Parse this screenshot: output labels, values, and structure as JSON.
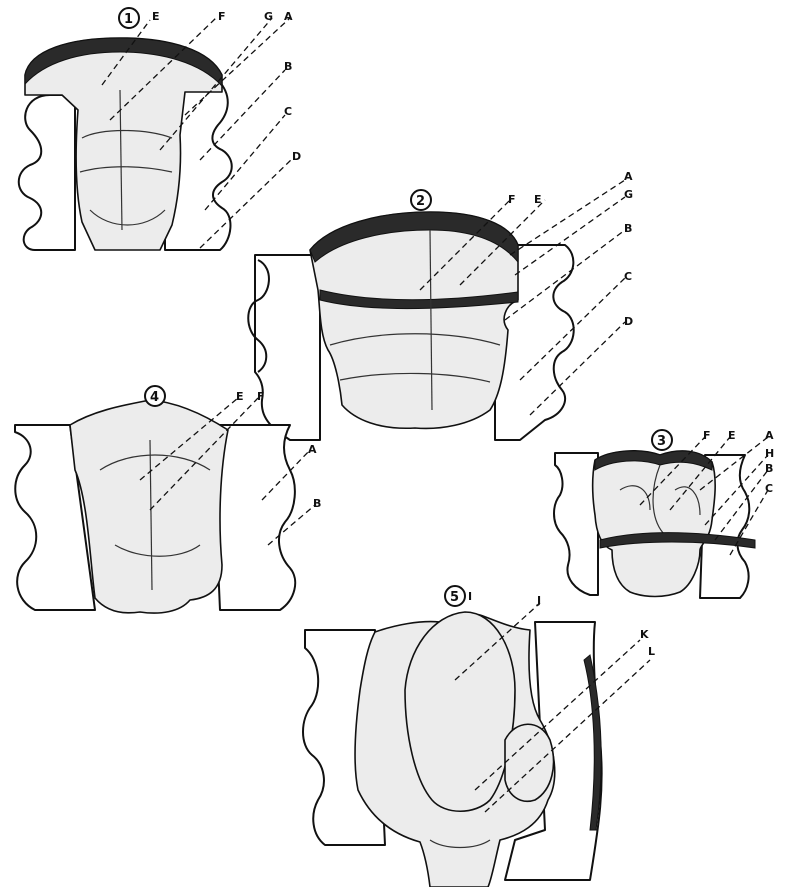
{
  "figures": [
    {
      "number": "1",
      "labels": [
        "E",
        "F",
        "G",
        "A",
        "B",
        "C",
        "D"
      ]
    },
    {
      "number": "2",
      "labels": [
        "F",
        "E",
        "A",
        "G",
        "B",
        "C",
        "D"
      ]
    },
    {
      "number": "3",
      "labels": [
        "F",
        "E",
        "A",
        "H",
        "B",
        "C"
      ]
    },
    {
      "number": "4",
      "labels": [
        "E",
        "F",
        "A",
        "B"
      ]
    },
    {
      "number": "5",
      "labels": [
        "I",
        "J",
        "K",
        "L"
      ]
    }
  ]
}
